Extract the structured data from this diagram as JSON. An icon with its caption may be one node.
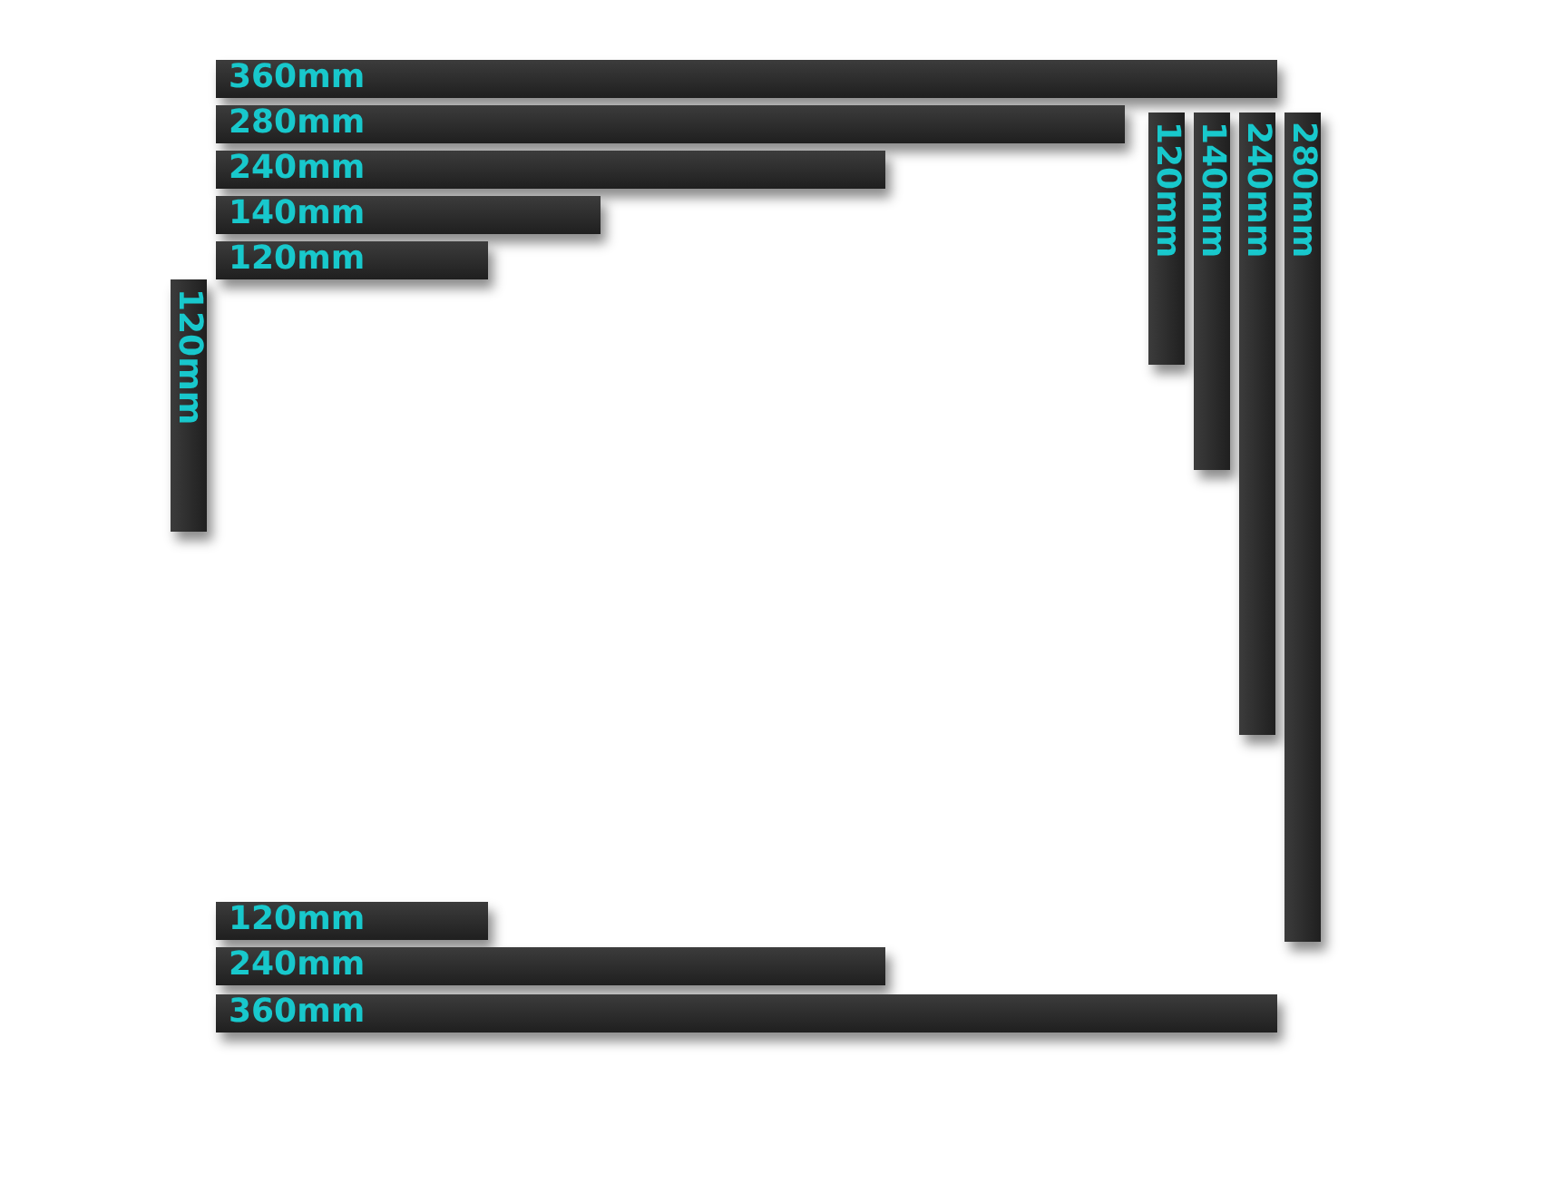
{
  "diagram": {
    "nodes": [
      {
        "text": [
          "360mm"
        ]
      },
      {
        "text": [
          "280mm"
        ]
      },
      {
        "text": [
          "240mm"
        ]
      },
      {
        "text": [
          "140mm"
        ]
      },
      {
        "text": [
          "120mm"
        ]
      },
      {
        "text": [
          "120mm"
        ]
      },
      {
        "text": [
          "120mm"
        ]
      },
      {
        "text": [
          "140mm"
        ]
      },
      {
        "text": [
          "240mm"
        ]
      },
      {
        "text": [
          "280mm"
        ]
      },
      {
        "text": [
          "120mm"
        ]
      },
      {
        "text": [
          "240mm"
        ]
      },
      {
        "text": [
          "360mm"
        ]
      }
    ]
  }
}
